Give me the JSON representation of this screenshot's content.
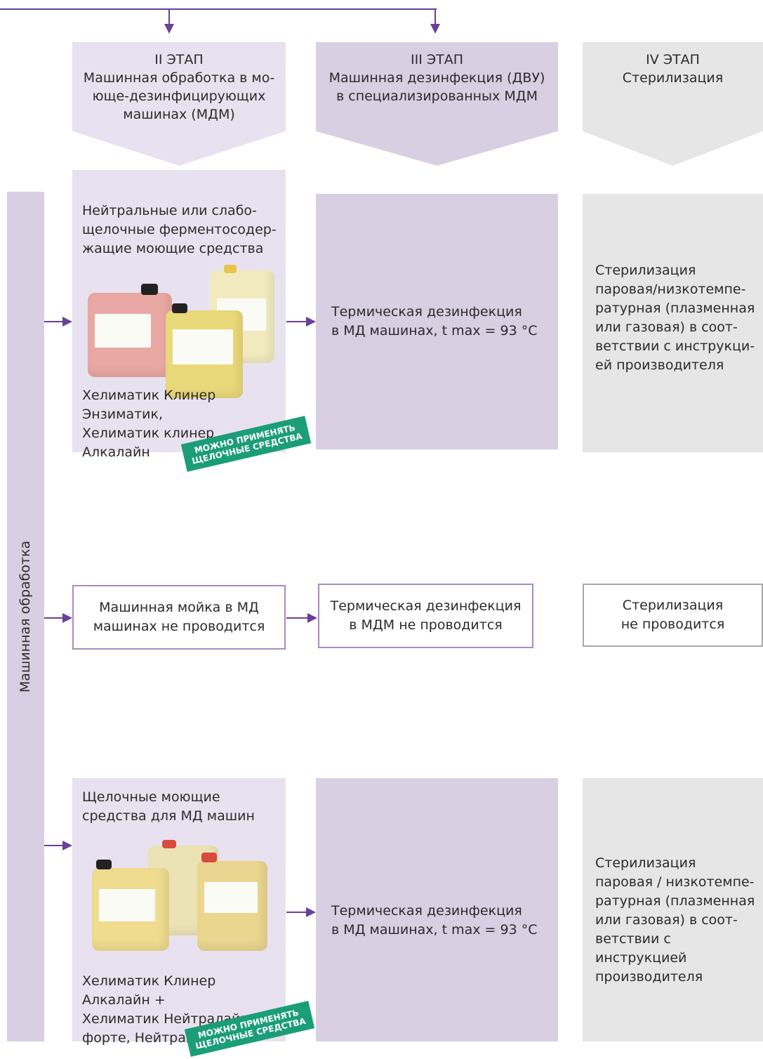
{
  "colors": {
    "accent": "#6a3f9a",
    "stage_purple": "#d9cfe3",
    "stage_light": "#e8e2f0",
    "stage_gray": "#e6e6e6",
    "badge_green": "#1b9e78",
    "outline_purple": "#a989c8",
    "outline_gray": "#a8a8a8"
  },
  "stages": {
    "s2": {
      "title": "II ЭТАП",
      "desc": "Машинная обработка в мо-\nюще-дезинфицирующих\nмашинах (МДМ)"
    },
    "s3": {
      "title": "III ЭТАП",
      "desc": "Машинная дезинфекция (ДВУ)\nв специализированных МДМ"
    },
    "s4": {
      "title": "IV ЭТАП",
      "desc": "Стерилизация"
    }
  },
  "sidebar_label": "Машинная обработка",
  "row1": {
    "wash_heading": "Нейтральные или слабо-\nщелочные ферментосодер-\nжащие моющие средства",
    "wash_products": "Хелиматик Клинер Энзиматик,\nХелиматик клинер Алкалайн",
    "badge": "МОЖНО ПРИМЕНЯТЬ\nЩЕЛОЧНЫЕ СРЕДСТВА",
    "disinfection": "Термическая дезинфекция\nв МД машинах, t max = 93 °C",
    "sterilization": "Стерилизация\nпаровая/низкотемпе-\nратурная (плазменная\nили газовая) в соот-\nветствии с инструкци-\nей производителя"
  },
  "row2": {
    "wash": "Машинная мойка в МД\nмашинах не проводится",
    "disinfection": "Термическая дезинфекция\nв МДМ не проводится",
    "sterilization": "Стерилизация\nне проводится"
  },
  "row3": {
    "wash_heading": "Щелочные моющие\nсредства для МД машин",
    "wash_products": "Хелиматик Клинер Алкалайн +\nХелиматик Нейтралайзер\nфорте, Нейтралайзер С",
    "badge": "МОЖНО ПРИМЕНЯТЬ\nЩЕЛОЧНЫЕ СРЕДСТВА",
    "disinfection": "Термическая дезинфекция\nв МД машинах, t max = 93 °C",
    "sterilization": "Стерилизация\nпаровая / низкотемпе-\nратурная (плазменная\nили газовая) в соот-\nветствии с инструкцией\nпроизводителя"
  }
}
